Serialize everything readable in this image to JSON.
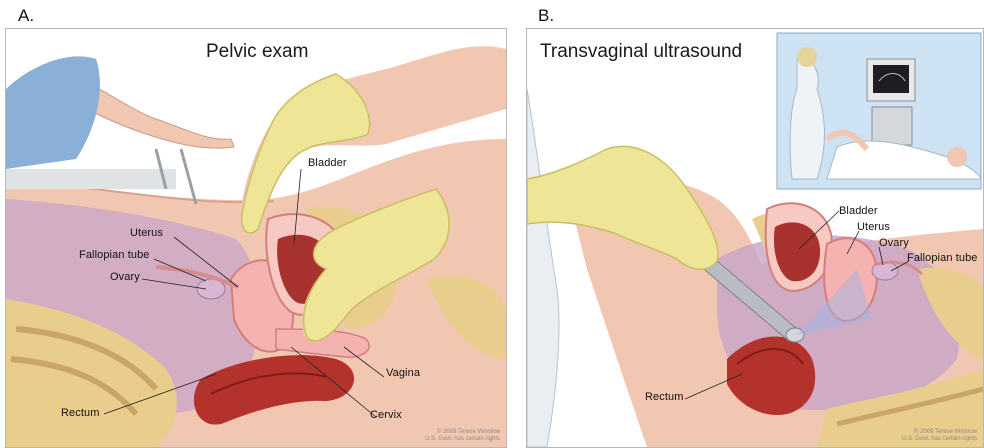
{
  "figure": {
    "panel_a": {
      "letter": "A.",
      "title": "Pelvic exam",
      "labels": {
        "bladder": "Bladder",
        "uterus": "Uterus",
        "fallopian_tube": "Fallopian tube",
        "ovary": "Ovary",
        "vagina": "Vagina",
        "rectum": "Rectum",
        "cervix": "Cervix"
      },
      "copyright_line1": "© 2009 Terese Winslow",
      "copyright_line2": "U.S. Govt. has certain rights"
    },
    "panel_b": {
      "letter": "B.",
      "title": "Transvaginal ultrasound",
      "labels": {
        "bladder": "Bladder",
        "uterus": "Uterus",
        "ovary": "Ovary",
        "fallopian_tube": "Fallopian tube",
        "rectum": "Rectum"
      },
      "copyright_line1": "© 2009 Terese Winslow",
      "copyright_line2": "U.S. Govt. has certain rights"
    }
  },
  "colors": {
    "glove": "#efe596",
    "skin": "#f1c7b2",
    "tissue_pink": "#e79b9b",
    "uterus_wall": "#f4b3b0",
    "bladder_inner": "#a8322e",
    "rectum": "#b3322b",
    "bone": "#e9cd8c",
    "purple": "#b58fb5",
    "probe": "#b9bcc2",
    "drape": "#8ab0d8",
    "inset_bg": "#cde3f3"
  }
}
